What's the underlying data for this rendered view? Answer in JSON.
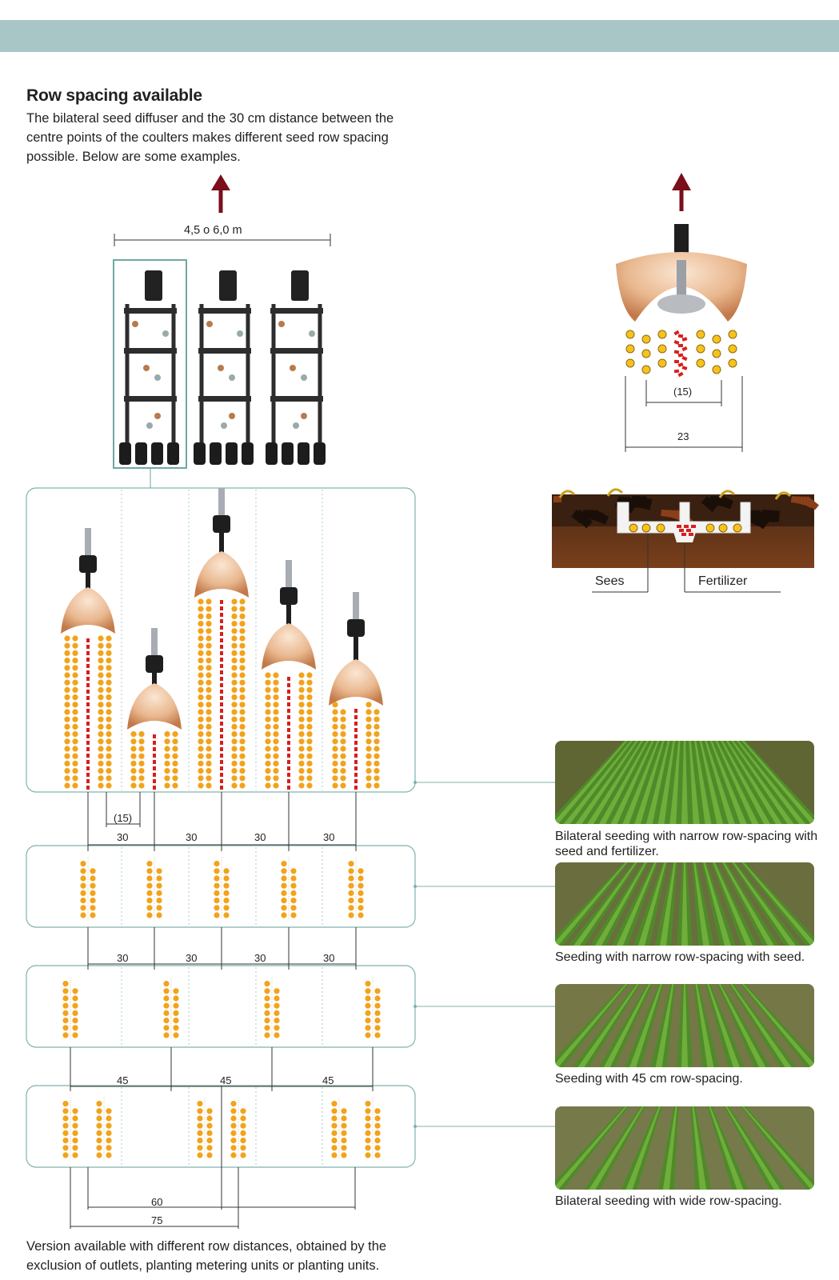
{
  "header": {
    "title": "Row spacing available",
    "intro": "The bilateral seed diffuser and the 30 cm distance between the centre points of the coulters makes different seed row spacing possible. Below are some examples."
  },
  "machine": {
    "width_label": "4,5 o 6,0 m"
  },
  "coulter_detail": {
    "inner_label": "(15)",
    "outer_label": "23"
  },
  "soil_section": {
    "seeds_label": "Sees",
    "fertilizer_label": "Fertilizer"
  },
  "panels": [
    {
      "caption": "Bilateral seeding with narrow row-spacing with seed and fertilizer.",
      "inner_label": "(15)",
      "spacing_labels": [
        "30",
        "30",
        "30",
        "30"
      ]
    },
    {
      "caption": "Seeding with narrow row-spacing with seed.",
      "spacing_labels": [
        "30",
        "30",
        "30",
        "30"
      ]
    },
    {
      "caption": "Seeding with 45 cm row-spacing.",
      "spacing_labels": [
        "45",
        "45",
        "45"
      ]
    },
    {
      "caption": "Bilateral seeding with wide row-spacing.",
      "spacing_labels": [
        "60",
        "75"
      ]
    }
  ],
  "footer": {
    "note": "Version available with different row distances, obtained by the exclusion of outlets, planting metering units or planting units."
  },
  "colors": {
    "band": "#a9c6c6",
    "panel_border": "#7fb2ad",
    "seed": "#f2a31c",
    "fertilizer": "#d81e1e",
    "arrow": "#7a0e1a",
    "soil": "#6e3a1c",
    "field": "#5f8a3a"
  }
}
